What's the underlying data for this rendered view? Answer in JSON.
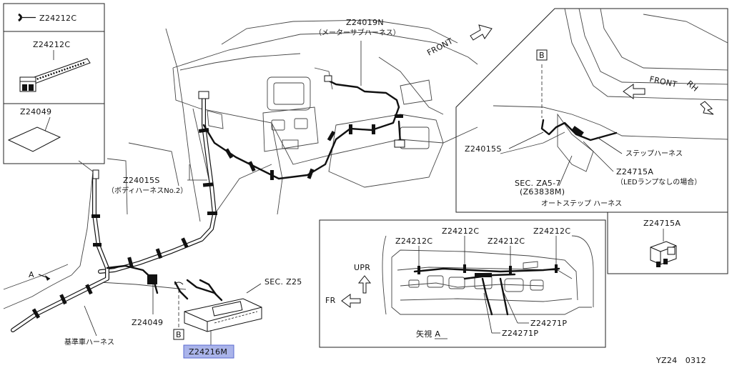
{
  "labels": {
    "clip_small_top": "Z24212C",
    "clip_large": "Z24212C",
    "pad": "Z24049",
    "meter_sub_part": "Z24019N",
    "meter_sub_name": "（メーターサブハーネス）",
    "front_main": "FRONT",
    "body_harness_part": "Z24015S",
    "body_harness_name": "（ボディハーネスNo.2）",
    "view_a_pointer": "A",
    "base_harness": "基準車ハーネス",
    "pad_main": "Z24049",
    "ref_b_main": "B",
    "highlighted_part": "Z24216M",
    "sec_z25": "SEC. Z25",
    "ref_b_inset": "B",
    "front_inset": "FRONT",
    "rh_inset": "RH",
    "inset_body_harness": "Z24015S",
    "step_harness": "ステップハーネス",
    "inset_connector_part": "Z24715A",
    "inset_connector_note": "（LEDランプなしの場合）",
    "sec_za5_7": "SEC. ZA5-7",
    "sec_za5_7_sub": "(Z63838M)",
    "auto_step_harness": "オートステップ ハーネス",
    "connector_part": "Z24715A",
    "view_upr": "UPR",
    "view_fr": "FR",
    "view_clip_1": "Z24212C",
    "view_clip_2": "Z24212C",
    "view_clip_3": "Z24212C",
    "view_clip_4": "Z24212C",
    "view_title": "矢視 A",
    "view_p_1": "Z24271P",
    "view_p_2": "Z24271P",
    "diagram_code": "YZ24　0312"
  },
  "colors": {
    "highlight_fill": "#aab4ea",
    "line": "#111111"
  }
}
